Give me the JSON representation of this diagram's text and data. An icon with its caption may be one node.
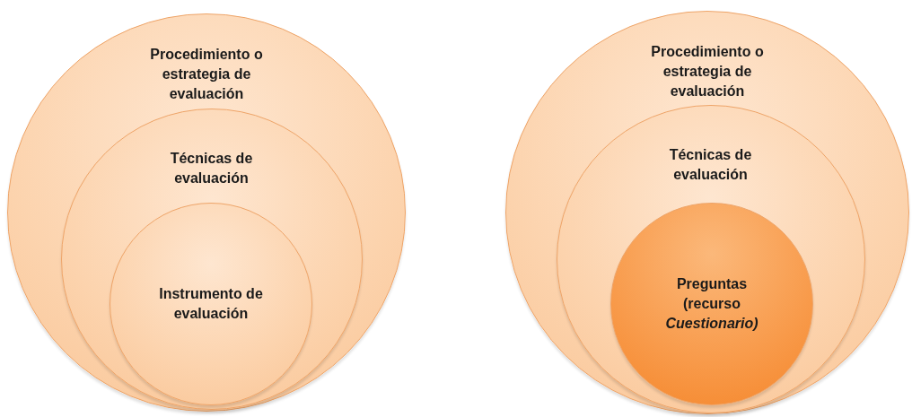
{
  "diagram": {
    "nodes": [
      {
        "text": [
          "Procedimiento o estrategia de evaluación"
        ]
      },
      {
        "text": [
          "Técnicas de evaluación"
        ],
        "in": 0
      },
      {
        "text": [
          "Instrumento de evaluación"
        ],
        "in": 1
      },
      {
        "text": [
          "Procedimiento o estrategia de evaluación"
        ]
      },
      {
        "text": [
          "Técnicas de evaluación"
        ],
        "in": 3
      },
      {
        "text": [
          "Preguntas (recurso *Cuestionario)*"
        ],
        "in": 4
      }
    ]
  }
}
